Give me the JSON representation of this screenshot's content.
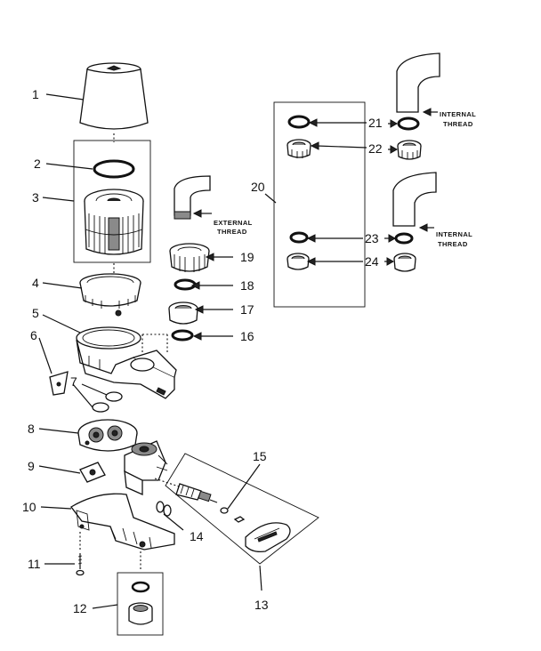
{
  "parts": [
    {
      "id": "1",
      "label": "1"
    },
    {
      "id": "2",
      "label": "2"
    },
    {
      "id": "3",
      "label": "3"
    },
    {
      "id": "4",
      "label": "4"
    },
    {
      "id": "5",
      "label": "5"
    },
    {
      "id": "6",
      "label": "6"
    },
    {
      "id": "7",
      "label": "7"
    },
    {
      "id": "8",
      "label": "8"
    },
    {
      "id": "9",
      "label": "9"
    },
    {
      "id": "10",
      "label": "10"
    },
    {
      "id": "11",
      "label": "11"
    },
    {
      "id": "12",
      "label": "12"
    },
    {
      "id": "13",
      "label": "13"
    },
    {
      "id": "14",
      "label": "14"
    },
    {
      "id": "15",
      "label": "15"
    },
    {
      "id": "16",
      "label": "16"
    },
    {
      "id": "17",
      "label": "17"
    },
    {
      "id": "18",
      "label": "18"
    },
    {
      "id": "19",
      "label": "19"
    },
    {
      "id": "20",
      "label": "20"
    },
    {
      "id": "21",
      "label": "21"
    },
    {
      "id": "22",
      "label": "22"
    },
    {
      "id": "23",
      "label": "23"
    },
    {
      "id": "24",
      "label": "24"
    }
  ],
  "notes": {
    "external_thread": [
      "EXTERNAL",
      "THREAD"
    ],
    "internal_thread_top": [
      "INTERNAL",
      "THREAD"
    ],
    "internal_thread_bottom": [
      "INTERNAL",
      "THREAD"
    ]
  }
}
